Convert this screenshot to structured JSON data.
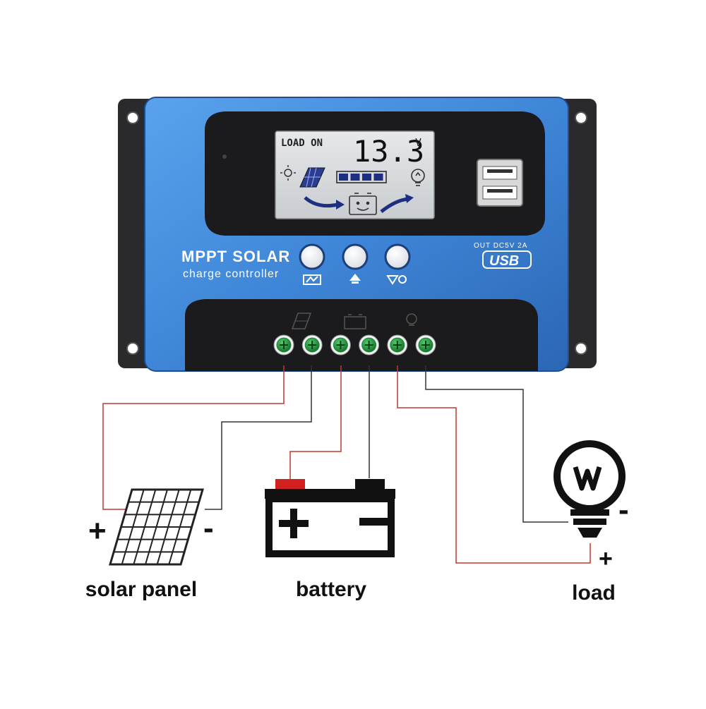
{
  "controller": {
    "brand_line": "MPPT SOLAR",
    "sub_line": "charge controller",
    "usb_rating": "OUT DC5V 2A",
    "usb_logo": "USB",
    "body_color": "#3f86d8",
    "button_icons": [
      "menu-icon",
      "up-plus-icon",
      "down-light-icon"
    ]
  },
  "lcd": {
    "status": "LOAD ON",
    "value": "13.3",
    "unit": "V",
    "battery_level_segments": 4
  },
  "terminals": {
    "count": 6,
    "groups": [
      "solar-panel-icon",
      "battery-icon",
      "bulb-icon"
    ],
    "screw_color": "#1f8a3c"
  },
  "components": {
    "solar_panel": {
      "label": "solar panel",
      "plus": "+",
      "minus": "-"
    },
    "battery": {
      "label": "battery",
      "plus": "+",
      "minus": "-"
    },
    "load": {
      "label": "load",
      "plus": "+",
      "minus": "-"
    }
  },
  "wire_colors": {
    "positive": "#c0392b",
    "negative": "#333333"
  }
}
